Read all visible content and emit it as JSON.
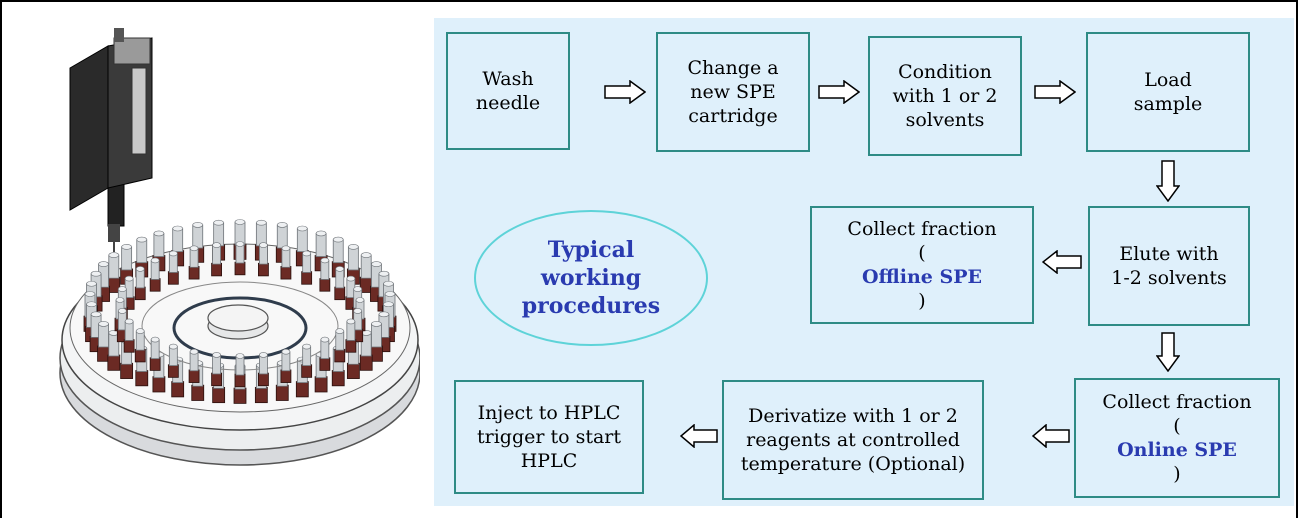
{
  "steps": {
    "wash": [
      "Wash",
      "needle"
    ],
    "change": [
      "Change a",
      "new SPE",
      "cartridge"
    ],
    "condition": [
      "Condition",
      "with 1 or 2",
      "solvents"
    ],
    "load": [
      "Load",
      "sample"
    ],
    "elute": [
      "Elute with",
      "1-2 solvents"
    ],
    "collect_offline": {
      "line1": "Collect fraction",
      "paren_open": "(",
      "highlight": "Offline SPE",
      "paren_close": ")"
    },
    "collect_online": {
      "line1": "Collect fraction",
      "paren_open": "(",
      "highlight": "Online SPE",
      "paren_close": ")"
    },
    "derivatize": [
      "Derivatize with 1 or 2",
      "reagents at controlled",
      "temperature (Optional)"
    ],
    "inject": [
      "Inject to HPLC",
      "trigger to start",
      "HPLC"
    ]
  },
  "oval": [
    "Typical",
    "working",
    "procedures"
  ],
  "colors": {
    "panel": "#dff0fb",
    "box_border": "#2e8b85",
    "highlight_text": "#2a3bb0",
    "oval_border": "#5ed3d8",
    "cartridge_cap": "#6b2a24",
    "tube": "#cfd3d6"
  },
  "images": {
    "instrument": "autosampler-carousel-illustration"
  }
}
